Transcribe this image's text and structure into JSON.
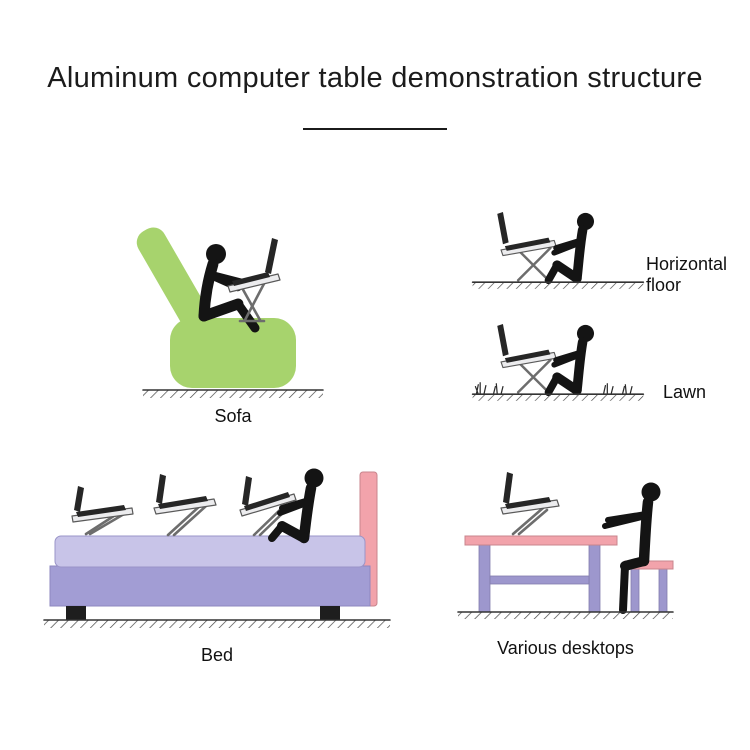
{
  "title": "Aluminum computer table demonstration structure",
  "labels": {
    "sofa": "Sofa",
    "floor": "Horizontal floor",
    "lawn": "Lawn",
    "bed": "Bed",
    "desktops": "Various desktops"
  },
  "colors": {
    "sofa_green": "#a7d36d",
    "bed_mattress": "#c8c4e8",
    "bed_base": "#a29dd4",
    "pink": "#f2a3ab",
    "furniture_purple": "#9d97cd",
    "stand_fill": "#ececee",
    "stand_stroke": "#5a5a5a",
    "laptop_dark": "#262626",
    "ink": "#1b1b1b"
  }
}
